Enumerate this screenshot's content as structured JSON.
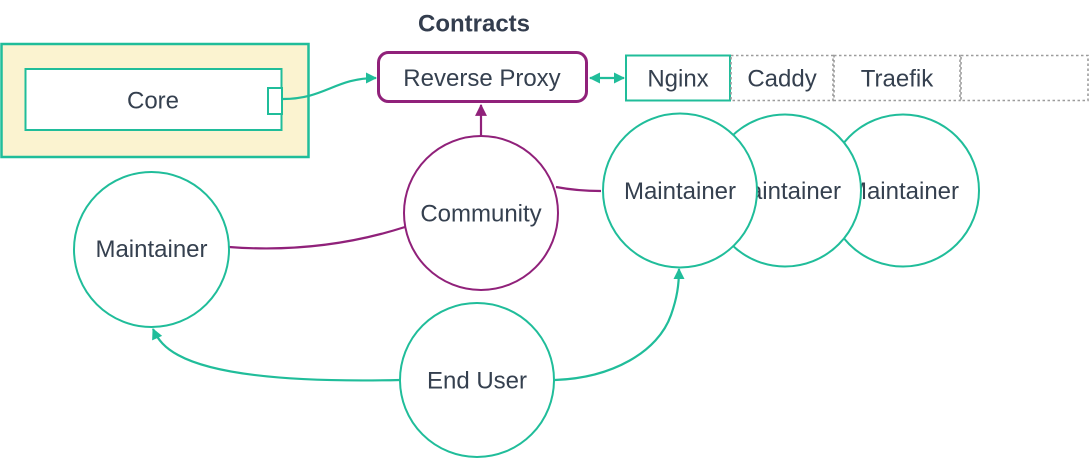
{
  "title": "Contracts",
  "colors": {
    "teal": "#20BD9A",
    "purple": "#90217A",
    "container_fill": "#FBF3D0",
    "text": "#35404F",
    "dashed_border": "#9C9C9C",
    "node_fill": "#FFFFFF"
  },
  "nodes": {
    "core": {
      "label": "Core"
    },
    "reverse_proxy": {
      "label": "Reverse Proxy"
    },
    "proxy_grid": {
      "cells": [
        {
          "label": "Nginx"
        },
        {
          "label": "Caddy"
        },
        {
          "label": "Traefik"
        },
        {
          "label": ""
        }
      ]
    },
    "maintainers_stack": [
      {
        "label": "Maintainer"
      },
      {
        "label": "Maintainer"
      },
      {
        "label": "Maintainer"
      }
    ],
    "maintainer": {
      "label": "Maintainer"
    },
    "community": {
      "label": "Community"
    },
    "end_user": {
      "label": "End User"
    }
  },
  "edges": [
    {
      "from": "core",
      "to": "reverse_proxy",
      "style": "arrow",
      "color": "teal"
    },
    {
      "from": "reverse_proxy",
      "to": "proxy_grid_nginx",
      "style": "double-arrow",
      "color": "teal"
    },
    {
      "from": "community",
      "to": "reverse_proxy",
      "style": "arrow",
      "color": "purple"
    },
    {
      "from": "community",
      "to": "maintainer",
      "style": "line",
      "color": "purple"
    },
    {
      "from": "community",
      "to": "maintainers_stack_0",
      "style": "line",
      "color": "purple"
    },
    {
      "from": "end_user",
      "to": "maintainer",
      "style": "arrow",
      "color": "teal"
    },
    {
      "from": "end_user",
      "to": "maintainers_stack_0",
      "style": "arrow",
      "color": "teal"
    }
  ]
}
